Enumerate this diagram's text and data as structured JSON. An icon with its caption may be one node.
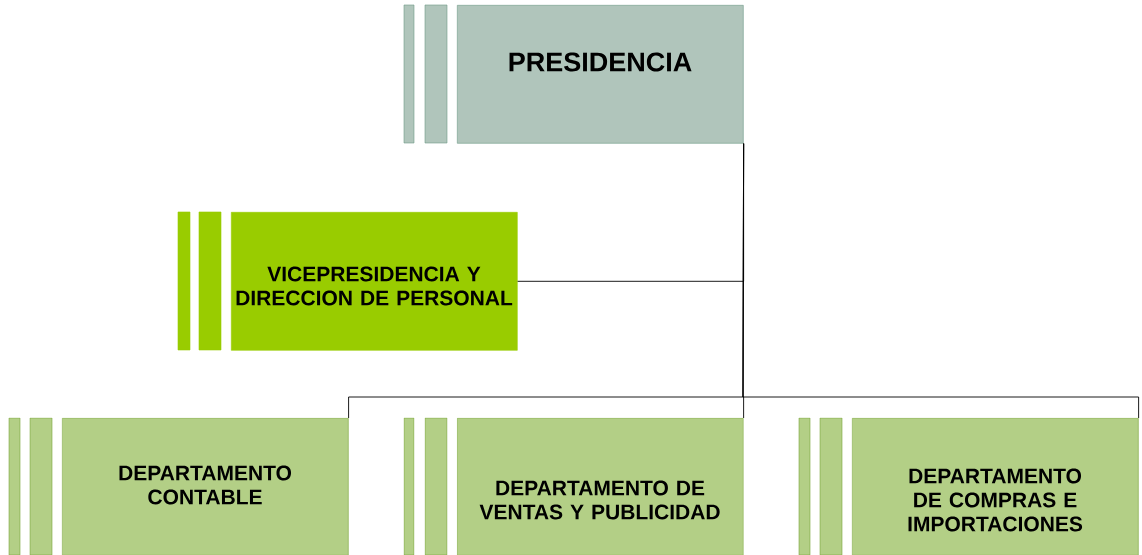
{
  "diagram": {
    "nodes": [
      {
        "text": [
          "PRESIDENCIA"
        ]
      },
      {
        "text": [
          "VICEPRESIDENCIA Y DIRECCION DE PERSONAL"
        ]
      },
      {
        "text": [
          "DEPARTAMENTO CONTABLE"
        ]
      },
      {
        "text": [
          "DEPARTAMENTO DE VENTAS Y PUBLICIDAD"
        ]
      },
      {
        "text": [
          "DEPARTAMENTO DE COMPRAS E IMPORTACIONES"
        ]
      }
    ],
    "edges": [
      {
        "from": 0,
        "to": 1,
        "arrow": "none"
      },
      {
        "from": 0,
        "to": 2,
        "arrow": "none"
      },
      {
        "from": 0,
        "to": 3,
        "arrow": "none"
      },
      {
        "from": 0,
        "to": 4,
        "arrow": "none"
      }
    ]
  }
}
